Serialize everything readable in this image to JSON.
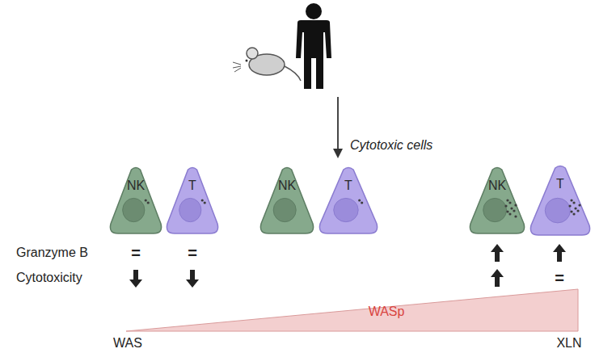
{
  "diagram": {
    "nodes": [
      {
        "text": [
          "NK"
        ]
      },
      {
        "text": [
          "T"
        ]
      },
      {
        "text": [
          "NK"
        ]
      },
      {
        "text": [
          "T"
        ]
      },
      {
        "text": [
          "NK"
        ]
      },
      {
        "text": [
          "T"
        ]
      }
    ],
    "labels": [
      "Cytotoxic cells",
      "Granzyme B",
      "Cytotoxicity",
      "=",
      "=",
      "=",
      "WASp",
      "WAS",
      "XLN"
    ]
  }
}
